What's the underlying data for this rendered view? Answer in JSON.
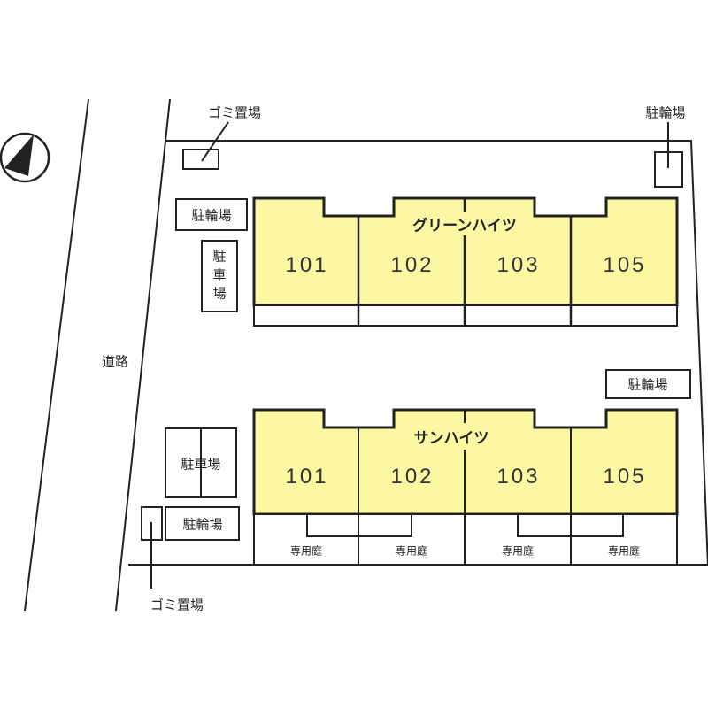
{
  "colors": {
    "building": "#fbf7a3",
    "line": "#222222"
  },
  "road_label": "道路",
  "north_icon": "compass-north-arrow",
  "buildings": [
    {
      "name": "グリーンハイツ",
      "units": [
        "101",
        "102",
        "103",
        "105"
      ]
    },
    {
      "name": "サンハイツ",
      "units": [
        "101",
        "102",
        "103",
        "105"
      ],
      "patio_label": "専用庭"
    }
  ],
  "facilities": {
    "garbage": "ゴミ置場",
    "bicycle": "駐輪場",
    "parking": "駐車場"
  }
}
